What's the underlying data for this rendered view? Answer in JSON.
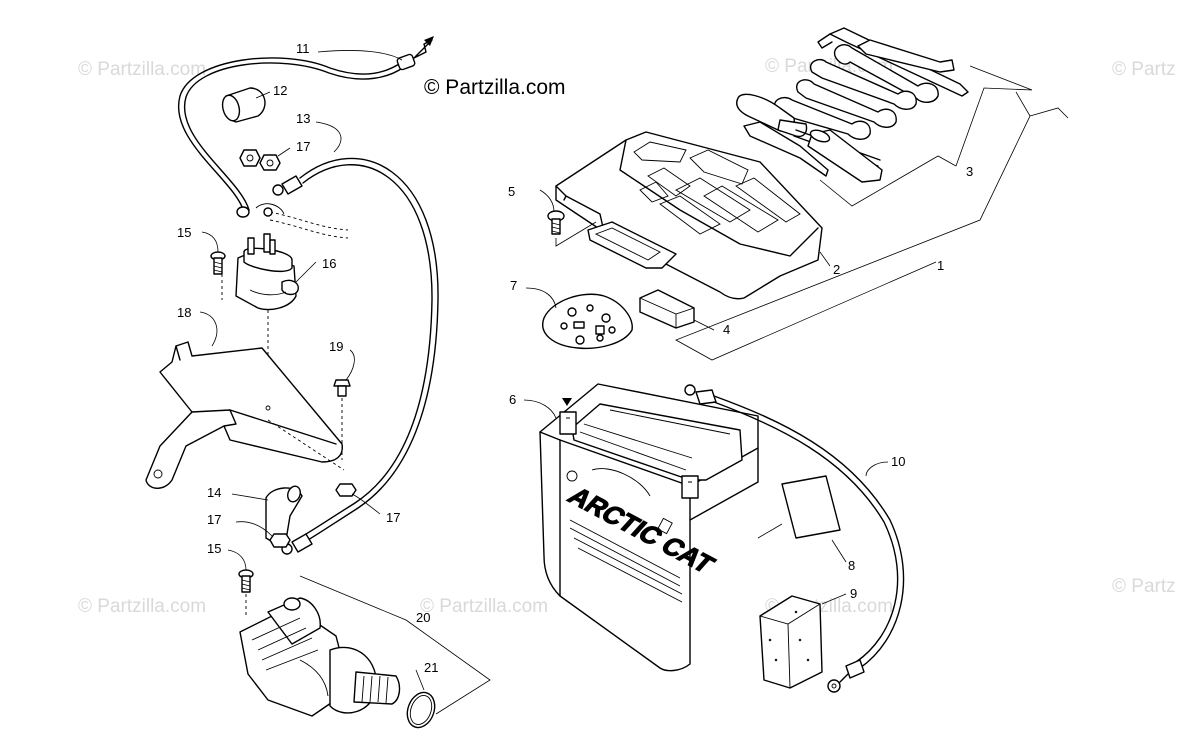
{
  "copyright": "© Partzilla.com",
  "watermark": "© Partzilla.com",
  "watermark_partial": "© Partz",
  "battery_brand": "ARCTIC CAT",
  "callouts": {
    "c1": "1",
    "c2": "2",
    "c3": "3",
    "c4": "4",
    "c5": "5",
    "c6": "6",
    "c7": "7",
    "c8": "8",
    "c9": "9",
    "c10": "10",
    "c11": "11",
    "c12": "12",
    "c13": "13",
    "c14": "14",
    "c15a": "15",
    "c15b": "15",
    "c16": "16",
    "c17a": "17",
    "c17b": "17",
    "c17c": "17",
    "c18": "18",
    "c19": "19",
    "c20": "20",
    "c21": "21"
  }
}
